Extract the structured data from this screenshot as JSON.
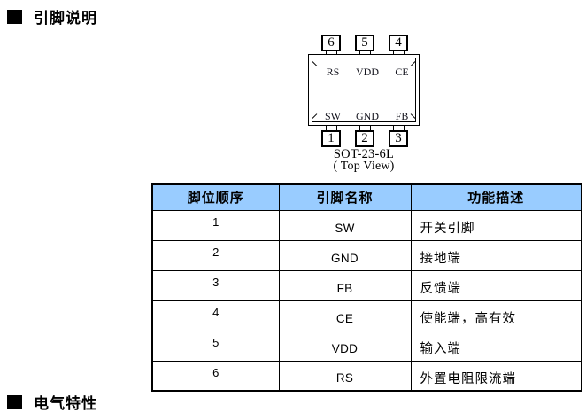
{
  "page": {
    "heading": "引脚说明",
    "partial_bottom_heading": "电气特性"
  },
  "package_diagram": {
    "caption_line1": "SOT-23-6L",
    "caption_line2": "( Top View)",
    "top_pins": [
      {
        "number": "6",
        "label": "RS"
      },
      {
        "number": "5",
        "label": "VDD"
      },
      {
        "number": "4",
        "label": "CE"
      }
    ],
    "bottom_pins": [
      {
        "number": "1",
        "label": "SW"
      },
      {
        "number": "2",
        "label": "GND"
      },
      {
        "number": "3",
        "label": "FB"
      }
    ]
  },
  "pin_table": {
    "header_bg": "#99CCFF",
    "headers": [
      "脚位顺序",
      "引脚名称",
      "功能描述"
    ],
    "rows": [
      {
        "order": "1",
        "name": "SW",
        "description": "开关引脚"
      },
      {
        "order": "2",
        "name": "GND",
        "description": "接地端"
      },
      {
        "order": "3",
        "name": "FB",
        "description": "反馈端"
      },
      {
        "order": "4",
        "name": "CE",
        "description": "使能端，高有效"
      },
      {
        "order": "5",
        "name": "VDD",
        "description": "输入端"
      },
      {
        "order": "6",
        "name": "RS",
        "description": "外置电阻限流端"
      }
    ]
  }
}
